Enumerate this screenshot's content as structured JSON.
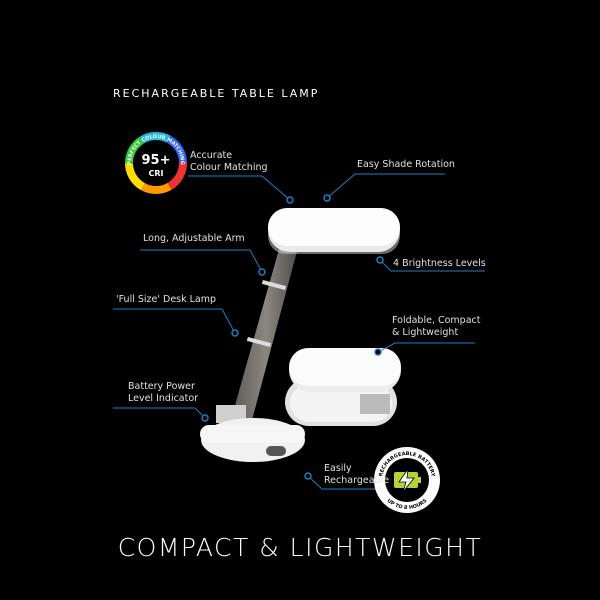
{
  "title": "RECHARGEABLE TABLE LAMP",
  "headline": "COMPACT & LIGHTWEIGHT",
  "features": {
    "colour": [
      "Accurate",
      "Colour Matching"
    ],
    "shade": "Easy Shade Rotation",
    "arm": "Long, Adjustable Arm",
    "brightness": "4 Brightness Levels",
    "fullsize": "'Full Size' Desk Lamp",
    "foldable": [
      "Foldable, Compact",
      "& Lightweight"
    ],
    "battery": [
      "Battery Power",
      "Level Indicator"
    ],
    "recharge": [
      "Easily",
      "Rechargeable"
    ]
  },
  "cri_badge": {
    "value": "95+",
    "label": "CRI",
    "ring_text": "PERFECT COLOUR MATCHING"
  },
  "battery_badge": {
    "top_text": "RECHARGEABLE BATTERY",
    "bottom_text": "UP TO 8 HOURS"
  },
  "colors": {
    "accent": "#1a7fc4",
    "battery_green": "#b5d334"
  }
}
